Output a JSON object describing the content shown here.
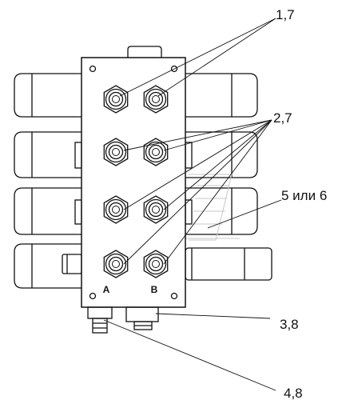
{
  "callouts": {
    "c1": "1,7",
    "c2": "2,7",
    "c5": "5 или 6",
    "c3": "3,8",
    "c4": "4,8"
  },
  "ports": {
    "a": "A",
    "b": "B"
  },
  "colors": {
    "line": "#111111",
    "background": "#ffffff",
    "ghost": "#c8c8c8"
  }
}
